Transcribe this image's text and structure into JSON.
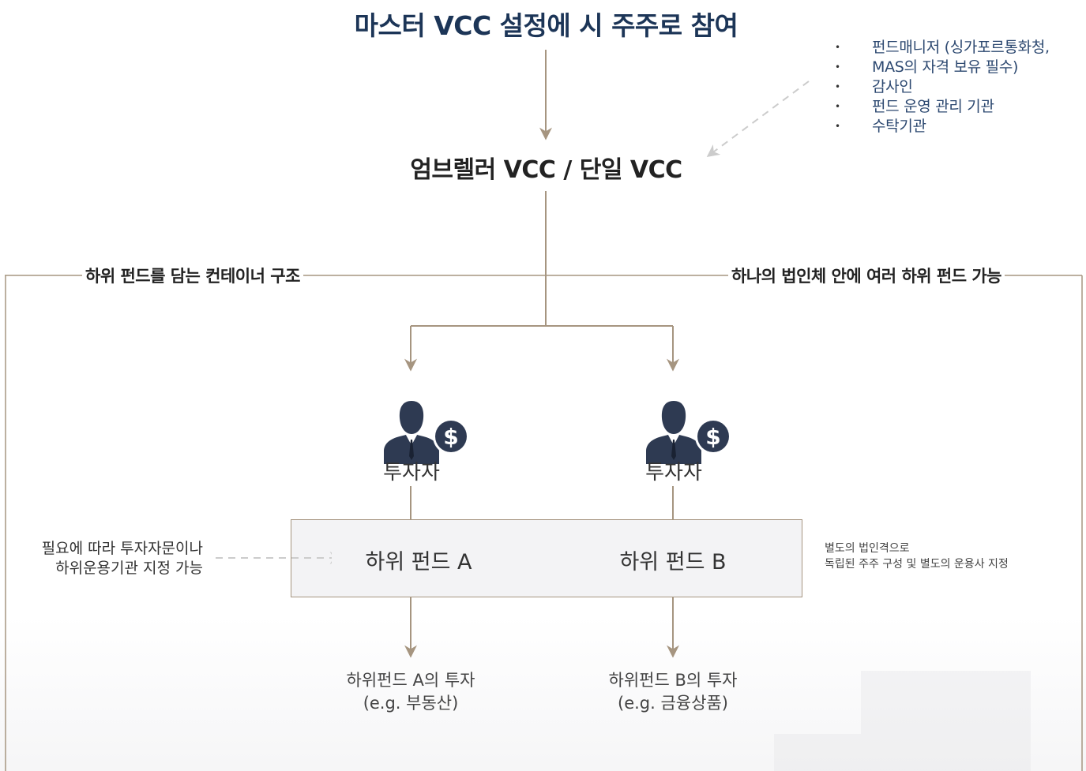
{
  "header": {
    "title": "마스터 VCC 설정에 시 주주로 참여",
    "entity": "엄브렐러 VCC / 단일 VCC"
  },
  "participants": {
    "items": [
      "펀드매니저 (싱가포르통화청,",
      "MAS의 자격 보유 필수)",
      "감사인",
      "펀드 운영 관리 기관",
      "수탁기관"
    ]
  },
  "structure": {
    "left_label": "하위 펀드를 담는 컨테이너 구조",
    "right_label": "하나의 법인체 안에 여러 하위 펀드 가능"
  },
  "investors": [
    {
      "label": "투자자",
      "icon": "businessman-dollar-icon"
    },
    {
      "label": "투자자",
      "icon": "businessman-dollar-icon"
    }
  ],
  "funds": [
    {
      "name": "하위 펀드 A",
      "investment_line1": "하위펀드 A의 투자",
      "investment_line2": "(e.g. 부동산)"
    },
    {
      "name": "하위 펀드 B",
      "investment_line1": "하위펀드 B의 투자",
      "investment_line2": "(e.g. 금융상품)"
    }
  ],
  "notes": {
    "left_line1": "필요에 따라 투자자문이나",
    "left_line2": "하위운용기관 지정 가능",
    "right_line1": "별도의 법인격으로",
    "right_line2": "독립된 주주 구성 및 별도의 운용사 지정"
  },
  "colors": {
    "title": "#1c3557",
    "connector": "#a69580",
    "box_fill": "#f3f3f5",
    "icon": "#2e3a52",
    "bullet_text": "#2c4870"
  }
}
